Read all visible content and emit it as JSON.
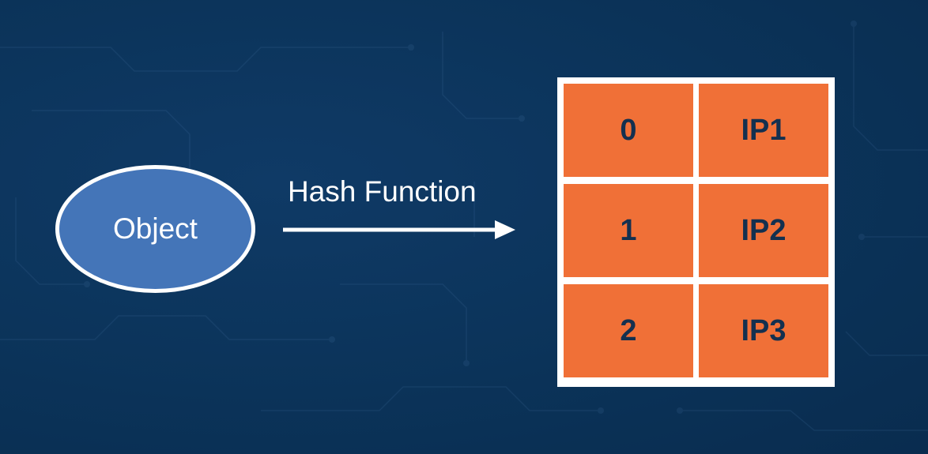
{
  "diagram": {
    "source_node": {
      "label": "Object"
    },
    "edge": {
      "label": "Hash Function"
    },
    "table": {
      "rows": [
        {
          "key": "0",
          "value": "IP1"
        },
        {
          "key": "1",
          "value": "IP2"
        },
        {
          "key": "2",
          "value": "IP3"
        }
      ]
    }
  },
  "colors": {
    "background": "#0b3359",
    "node_fill": "#4475b8",
    "node_border": "#ffffff",
    "cell_fill": "#f07037",
    "cell_text": "#14304f",
    "label_text": "#ffffff"
  }
}
